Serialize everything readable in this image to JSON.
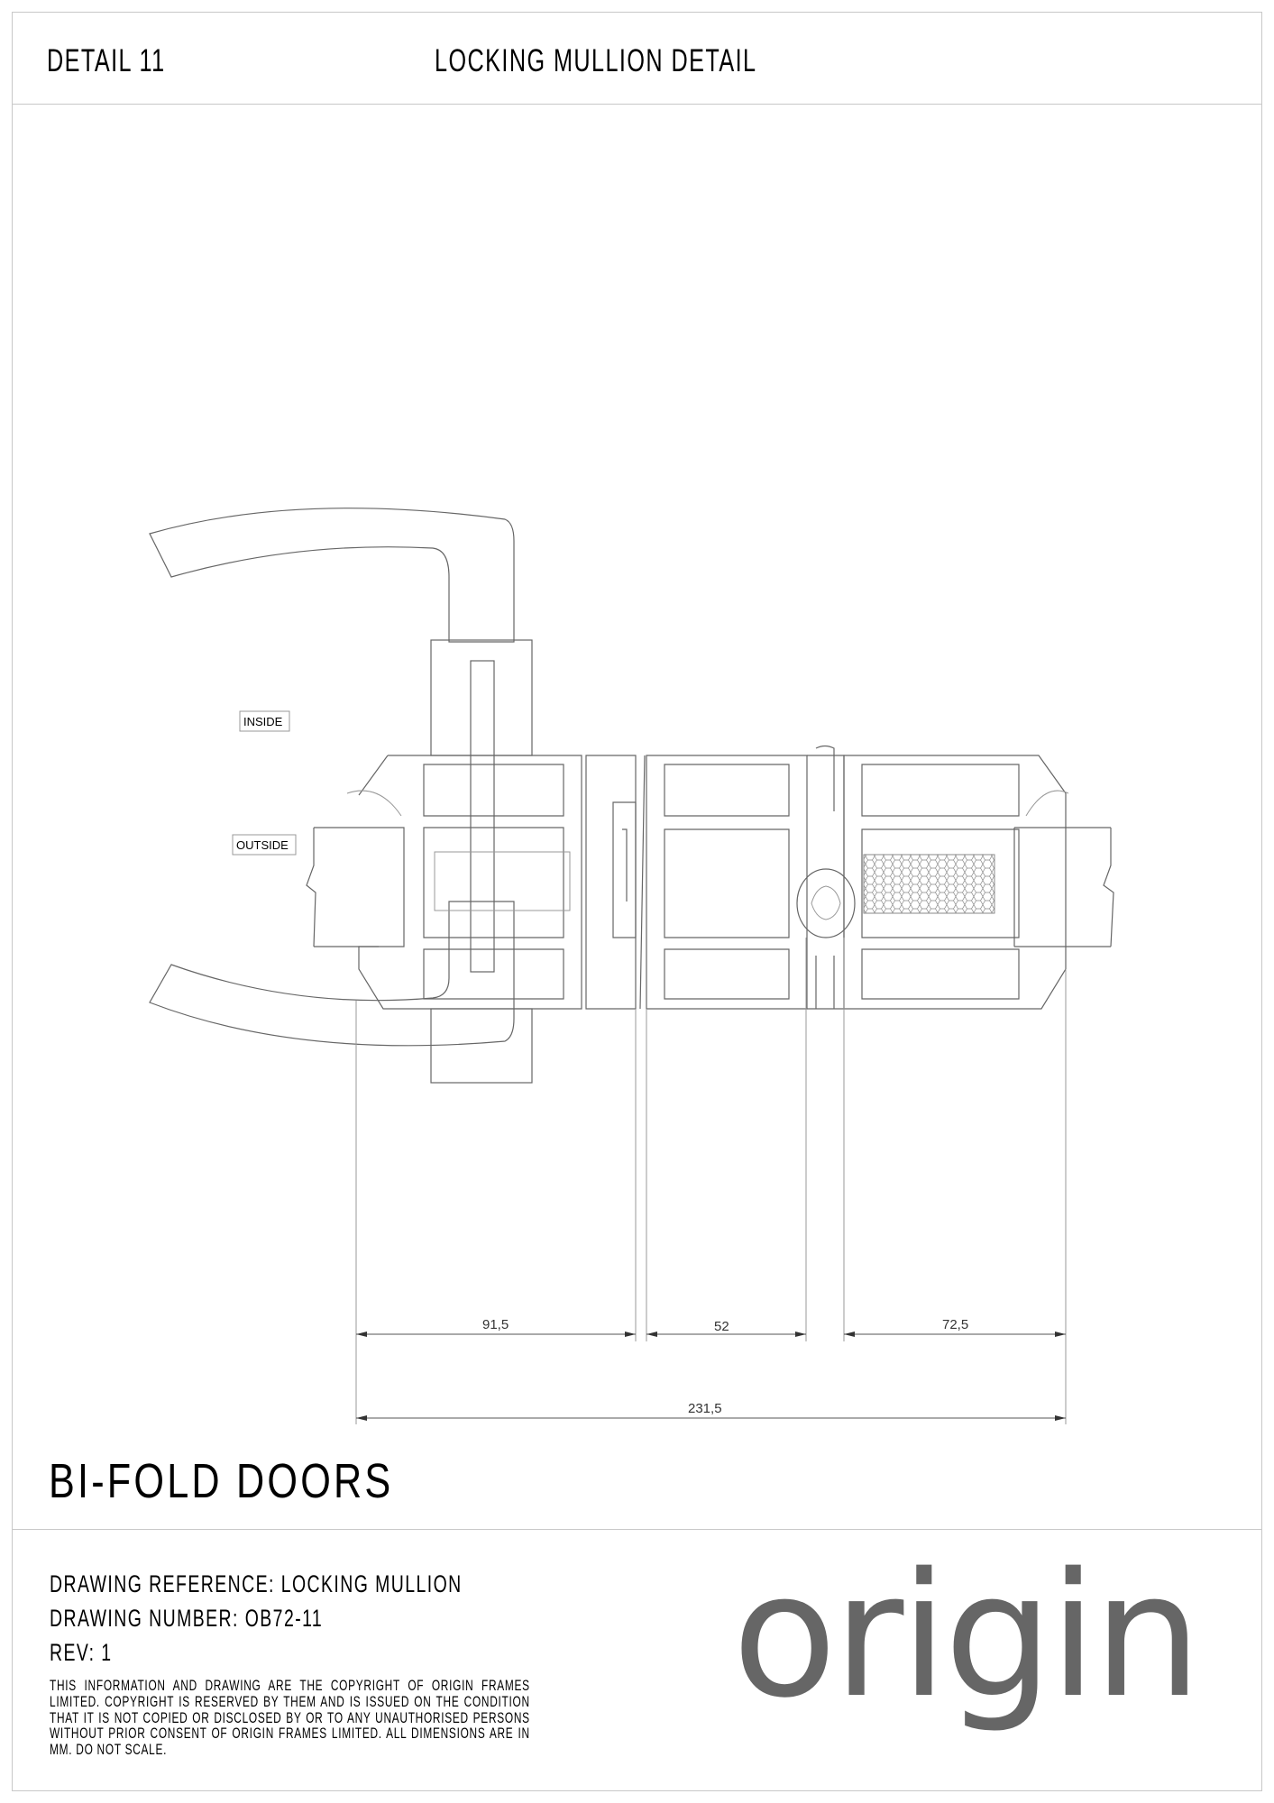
{
  "header": {
    "detail": "DETAIL 11",
    "title": "LOCKING MULLION DETAIL"
  },
  "drawing": {
    "labels": {
      "inside": "INSIDE",
      "outside": "OUTSIDE"
    },
    "dimensions": {
      "left": "91,5",
      "middle": "52",
      "right": "72,5",
      "overall": "231,5"
    }
  },
  "product": "BI-FOLD DOORS",
  "info": {
    "reference": "DRAWING REFERENCE: LOCKING MULLION",
    "number": "DRAWING NUMBER: OB72-11",
    "rev": "REV: 1",
    "copyright": "THIS INFORMATION AND DRAWING ARE THE COPYRIGHT OF ORIGIN FRAMES LIMITED. COPYRIGHT IS RESERVED BY THEM AND IS ISSUED ON THE CONDITION THAT IT IS NOT COPIED OR DISCLOSED BY OR TO ANY UNAUTHORISED PERSONS WITHOUT PRIOR CONSENT OF ORIGIN FRAMES LIMITED. ALL DIMENSIONS ARE IN MM. DO NOT SCALE."
  },
  "logo": {
    "text": "origin",
    "color": "#666666"
  }
}
